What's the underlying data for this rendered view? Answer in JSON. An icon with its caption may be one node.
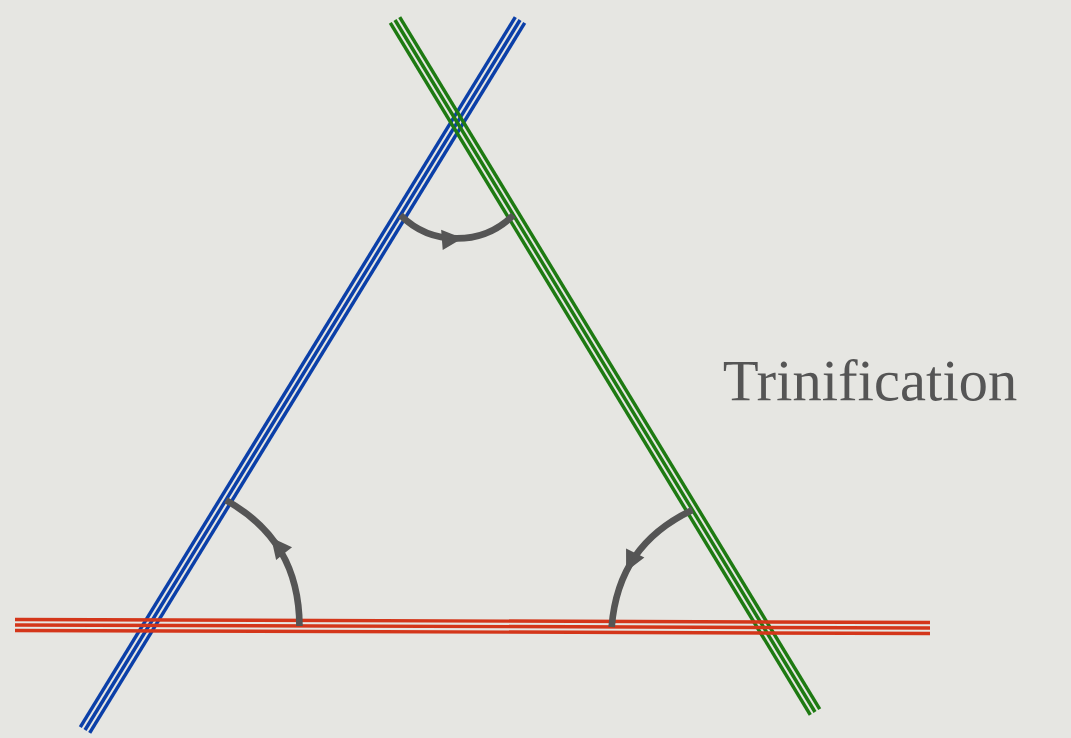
{
  "diagram": {
    "nodes": [
      {
        "text": [],
        "shape": "bar"
      },
      {
        "text": [],
        "shape": "bar"
      },
      {
        "text": [],
        "shape": "bar"
      }
    ],
    "edges": [
      {
        "from": 0,
        "to": 1,
        "arrow": "to"
      },
      {
        "from": 1,
        "to": 2,
        "arrow": "to"
      },
      {
        "from": 2,
        "to": 0,
        "arrow": "to"
      }
    ],
    "labels": [
      "Trinification"
    ]
  }
}
